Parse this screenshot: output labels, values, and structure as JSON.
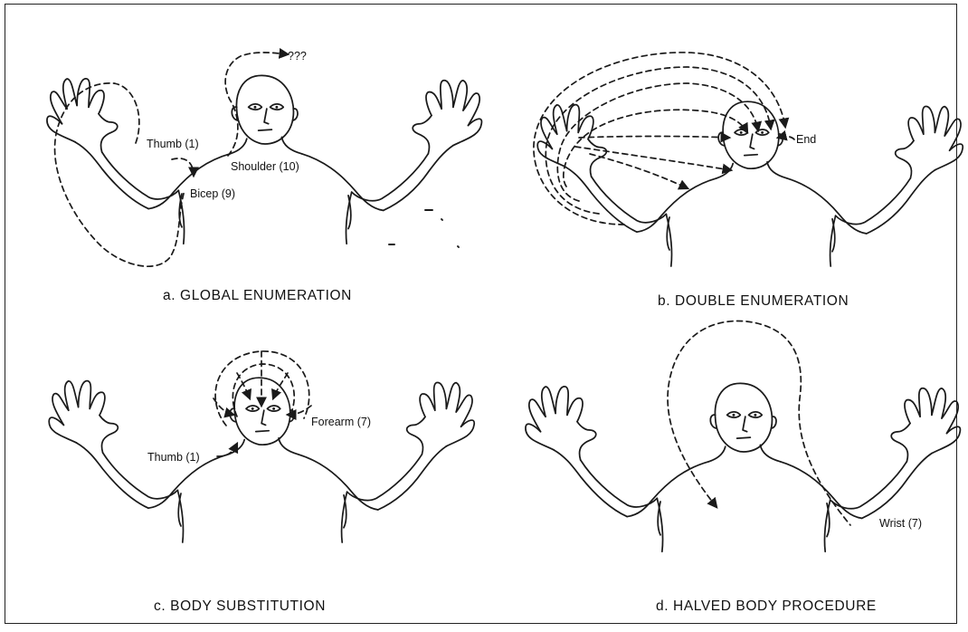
{
  "panels": {
    "a": {
      "caption": "a. GLOBAL ENUMERATION",
      "labels": {
        "thumb": "Thumb (1)",
        "shoulder": "Shoulder (10)",
        "bicep": "Bicep (9)",
        "question": "???"
      }
    },
    "b": {
      "caption": "b. DOUBLE ENUMERATION",
      "labels": {
        "end": "End"
      }
    },
    "c": {
      "caption": "c. BODY SUBSTITUTION",
      "labels": {
        "thumb": "Thumb (1)",
        "forearm": "Forearm (7)"
      }
    },
    "d": {
      "caption": "d. HALVED BODY PROCEDURE",
      "labels": {
        "wrist": "Wrist (7)"
      }
    }
  }
}
